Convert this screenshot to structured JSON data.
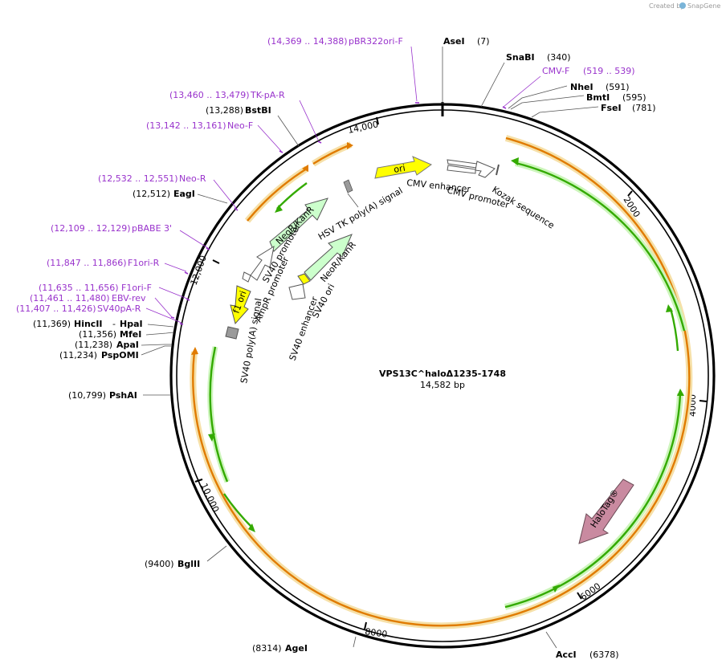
{
  "watermark": {
    "created_by": "Created by",
    "brand": "SnapGene"
  },
  "plasmid": {
    "name": "VPS13C^haloΔ1235-1748",
    "size_label": "14,582 bp"
  },
  "ticks": [
    "2000",
    "4000",
    "6000",
    "8000",
    "10,000",
    "12,000",
    "14,000"
  ],
  "colors": {
    "primer": "#9933cc",
    "cds_green": "#33aa00",
    "orange": "#e07b00",
    "yellow": "#ffff00",
    "halo": "#c98aa0",
    "neo": "#ccffcc"
  },
  "sites": [
    {
      "pos": "(7)",
      "name": "AseI"
    },
    {
      "pos": "(340)",
      "name": "SnaBI"
    },
    {
      "pos": "(591)",
      "name": "NheI"
    },
    {
      "pos": "(595)",
      "name": "BmtI"
    },
    {
      "pos": "(781)",
      "name": "FseI"
    },
    {
      "pos": "(6378)",
      "name": "AccI"
    },
    {
      "pos": "(8314)",
      "name": "AgeI"
    },
    {
      "pos": "(9400)",
      "name": "BglII"
    },
    {
      "pos": "(10,799)",
      "name": "PshAI"
    },
    {
      "pos": "(11,234)",
      "name": "PspOMI"
    },
    {
      "pos": "(11,238)",
      "name": "ApaI"
    },
    {
      "pos": "(11,356)",
      "name": "MfeI"
    },
    {
      "pos": "(11,369)",
      "name": "HincII",
      "extra": "HpaI"
    },
    {
      "pos": "(12,512)",
      "name": "EagI"
    },
    {
      "pos": "(13,288)",
      "name": "BstBI"
    }
  ],
  "primers": [
    {
      "range": "(14,369 .. 14,388)",
      "name": "pBR322ori-F"
    },
    {
      "range": "(519 .. 539)",
      "name": "CMV-F"
    },
    {
      "range": "(13,460 .. 13,479)",
      "name": "TK-pA-R"
    },
    {
      "range": "(13,142 .. 13,161)",
      "name": "Neo-F"
    },
    {
      "range": "(12,532 .. 12,551)",
      "name": "Neo-R"
    },
    {
      "range": "(12,109 .. 12,129)",
      "name": "pBABE 3'"
    },
    {
      "range": "(11,847 .. 11,866)",
      "name": "F1ori-R"
    },
    {
      "range": "(11,635 .. 11,656)",
      "name": "F1ori-F"
    },
    {
      "range": "(11,461 .. 11,480)",
      "name": "EBV-rev"
    },
    {
      "range": "(11,407 .. 11,426)",
      "name": "SV40pA-R"
    }
  ],
  "features": {
    "ori": "ori",
    "cmv_enhancer": "CMV enhancer",
    "cmv_promoter": "CMV promoter",
    "kozak": "Kozak sequence",
    "hsv_tk": "HSV TK poly(A) signal",
    "neo_top": "NeoR/KanR",
    "sv40_promoter": "SV40 promoter",
    "ampr_promoter": "AmpR promoter",
    "f1_ori": "f1 ori",
    "sv40_polya": "SV40 poly(A) signal",
    "sv40_enhancer": "SV40 enhancer",
    "sv40_ori": "SV40 ori",
    "neo_inner": "NeoR/KanR",
    "halotag": "HaloTag®"
  }
}
